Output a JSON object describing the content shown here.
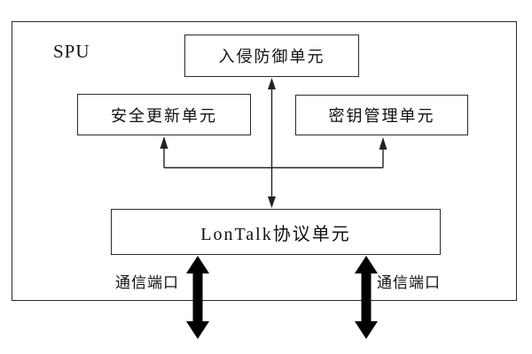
{
  "diagram": {
    "container_label": "SPU",
    "boxes": {
      "intrusion_prevention": "入侵防御单元",
      "security_update": "安全更新单元",
      "key_management": "密钥管理单元",
      "lontalk_protocol": "LonTalk协议单元"
    },
    "port_labels": {
      "left": "通信端口",
      "right": "通信端口"
    },
    "colors": {
      "line": "#222222",
      "arrow_fill": "#000000",
      "border": "#2b2b2b",
      "background": "#ffffff",
      "text": "#111111"
    }
  }
}
